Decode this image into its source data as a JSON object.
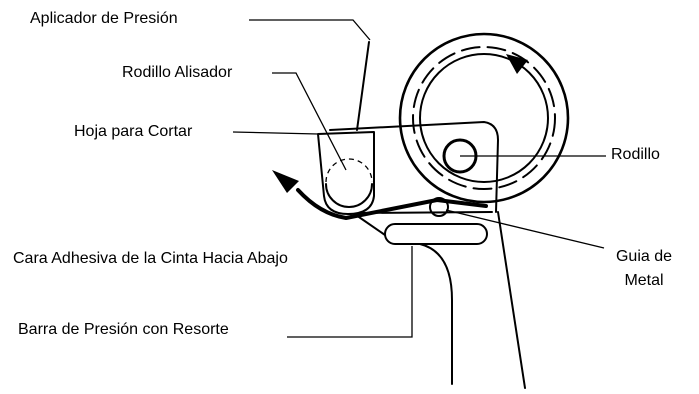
{
  "labels": {
    "pressure_applicator": "Aplicador de Presión",
    "smoothing_roller": "Rodillo Alisador",
    "cutting_blade": "Hoja para Cortar",
    "roller": "Rodillo",
    "adhesive_side_down": "Cara Adhesiva de la Cinta Hacia Abajo",
    "metal_guide_line1": "Guia de",
    "metal_guide_line2": "Metal",
    "spring_pressure_bar": "Barra de Presión con Resorte"
  }
}
